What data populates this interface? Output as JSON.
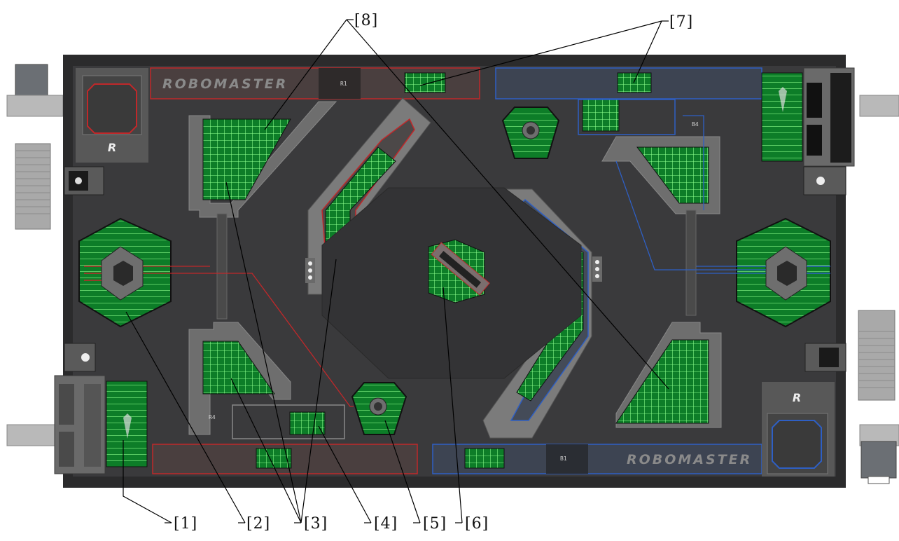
{
  "brand": {
    "logo_text": "ROBOMASTER"
  },
  "zone_tags": {
    "r1": "R1",
    "r4": "R4",
    "b1": "B1",
    "b4": "B4"
  },
  "callouts": [
    {
      "id": "1",
      "label": "[1]"
    },
    {
      "id": "2",
      "label": "[2]"
    },
    {
      "id": "3",
      "label": "[3]"
    },
    {
      "id": "4",
      "label": "[4]"
    },
    {
      "id": "5",
      "label": "[5]"
    },
    {
      "id": "6",
      "label": "[6]"
    },
    {
      "id": "7",
      "label": "[7]"
    },
    {
      "id": "8",
      "label": "[8]"
    }
  ],
  "colors": {
    "field": "#3a3a3c",
    "border": "#2a2a2b",
    "red_team": "#c0282a",
    "blue_team": "#2e5fc4",
    "pad_green": "#0c8c2a",
    "grid_line": "#7dff7d",
    "wall": "#77787a"
  }
}
